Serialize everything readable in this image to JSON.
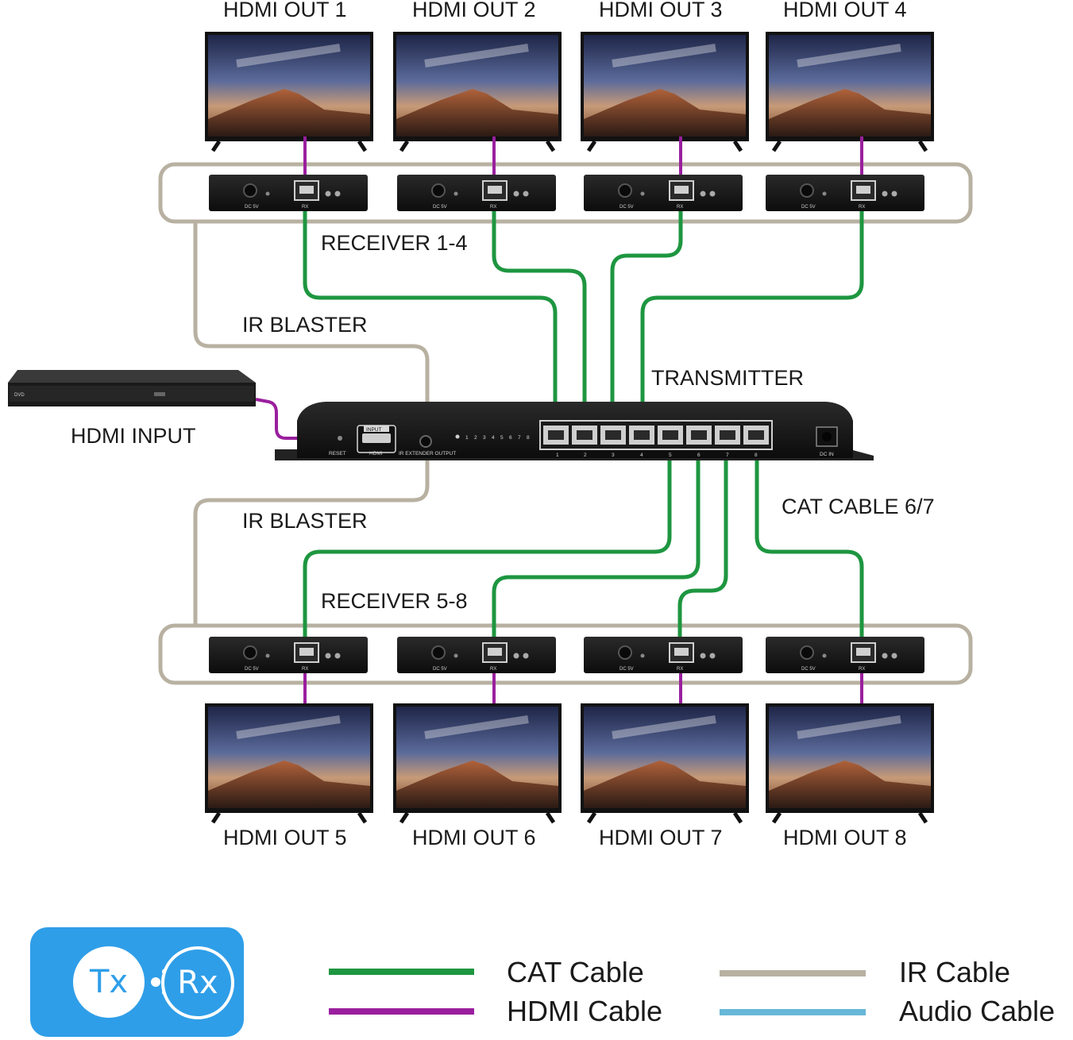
{
  "labels": {
    "hdmi_out_top": [
      "HDMI OUT 1",
      "HDMI OUT 2",
      "HDMI OUT 3",
      "HDMI OUT 4"
    ],
    "hdmi_out_bottom": [
      "HDMI OUT 5",
      "HDMI OUT 6",
      "HDMI OUT 7",
      "HDMI OUT 8"
    ],
    "receiver_top": "RECEIVER 1-4",
    "receiver_bottom": "RECEIVER 5-8",
    "ir_blaster_top": "IR BLASTER",
    "ir_blaster_bottom": "IR BLASTER",
    "transmitter": "TRANSMITTER",
    "hdmi_input": "HDMI INPUT",
    "cat_cable_note": "CAT CABLE 6/7"
  },
  "device_text": {
    "receiver_ports": {
      "dc": "DC 5V",
      "rx": "RX"
    },
    "transmitter": {
      "input_tag": "INPUT",
      "reset": "RESET",
      "hdmi": "HDMI",
      "ir_output": "IR EXTENDER OUTPUT",
      "dc_in": "DC IN",
      "port_numbers": [
        "1",
        "2",
        "3",
        "4",
        "5",
        "6",
        "7",
        "8"
      ]
    },
    "player_brand": "DVD"
  },
  "badge": {
    "tx": "Tx",
    "rx": "Rx"
  },
  "legend": [
    {
      "label": "CAT Cable",
      "color": "#1e9640"
    },
    {
      "label": "HDMI Cable",
      "color": "#9a1f9e"
    },
    {
      "label": "IR Cable",
      "color": "#b8b1a2"
    },
    {
      "label": "Audio Cable",
      "color": "#67b7d8"
    }
  ],
  "colors": {
    "cat": "#1e9640",
    "hdmi": "#9a1f9e",
    "ir": "#b8b1a2",
    "audio": "#67b7d8",
    "badge": "#2f9ee8"
  }
}
